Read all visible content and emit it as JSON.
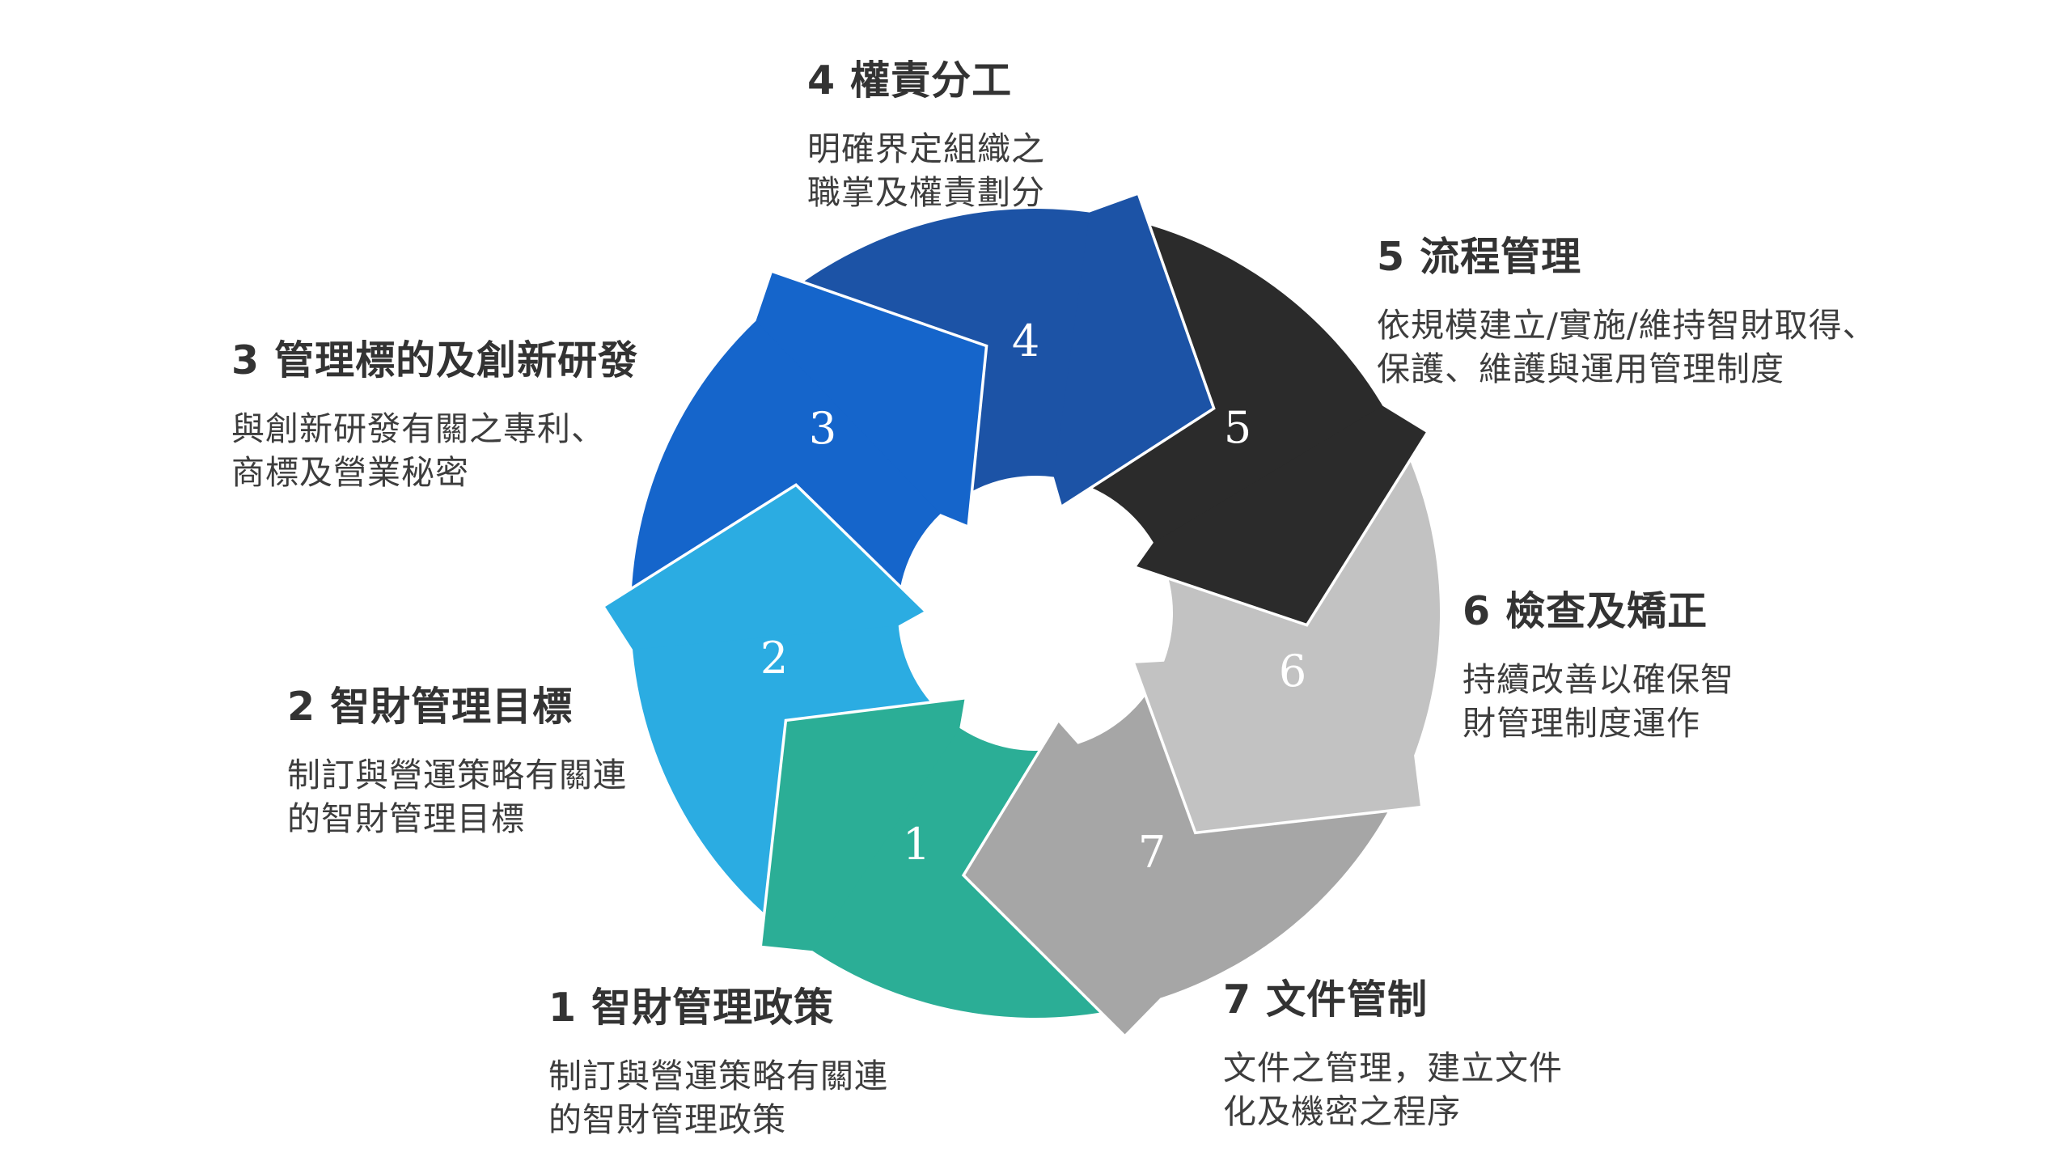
{
  "diagram": {
    "type": "cycle",
    "direction": "clockwise",
    "background_color": "#FFFFFF",
    "title_color": "#333333",
    "desc_color": "#3D3D3D",
    "number_color": "#FFFFFF",
    "segments": [
      {
        "num": "1",
        "title": "1 智財管理政策",
        "desc_lines": [
          "制訂與營運策略有關連",
          "的智財管理政策"
        ],
        "color": "#2BAE96"
      },
      {
        "num": "2",
        "title": "2 智財管理目標",
        "desc_lines": [
          "制訂與營運策略有關連",
          "的智財管理目標"
        ],
        "color": "#2BACE2"
      },
      {
        "num": "3",
        "title": "3 管理標的及創新研發",
        "desc_lines": [
          "與創新研發有關之專利、",
          "商標及營業秘密"
        ],
        "color": "#1565CB"
      },
      {
        "num": "4",
        "title": "4 權責分工",
        "desc_lines": [
          "明確界定組織之",
          "職掌及權責劃分"
        ],
        "color": "#1C53A6"
      },
      {
        "num": "5",
        "title": "5 流程管理",
        "desc_lines": [
          "依規模建立/實施/維持智財取得、",
          "保護、維護與運用管理制度"
        ],
        "color": "#2B2B2B"
      },
      {
        "num": "6",
        "title": "6 檢查及矯正",
        "desc_lines": [
          "持續改善以確保智",
          "財管理制度運作"
        ],
        "color": "#C2C2C2"
      },
      {
        "num": "7",
        "title": "7 文件管制",
        "desc_lines": [
          "文件之管理，建立文件",
          "化及機密之程序"
        ],
        "color": "#A6A6A6"
      }
    ]
  }
}
